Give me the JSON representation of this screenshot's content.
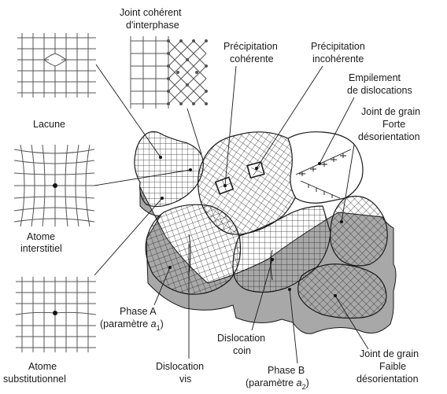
{
  "labels": {
    "joint_coherent": [
      "Joint cohérent",
      "d'interphase"
    ],
    "precip_coherente": [
      "Précipitation",
      "cohérente"
    ],
    "precip_incoherente": [
      "Précipitation",
      "incohérente"
    ],
    "empilement": [
      "Empilement",
      "de dislocations"
    ],
    "joint_forte": [
      "Joint de grain",
      "Forte",
      "désorientation"
    ],
    "lacune": "Lacune",
    "atome_interstitiel": [
      "Atome",
      "interstitiel"
    ],
    "atome_substitutionnel": [
      "Atome",
      "substitutionnel"
    ],
    "phase_a": [
      "Phase A",
      "(paramètre ",
      "a",
      "1",
      ")"
    ],
    "dislocation_vis": [
      "Dislocation",
      "vis"
    ],
    "dislocation_coin": [
      "Dislocation",
      "coin"
    ],
    "phase_b": [
      "Phase B",
      "(paramètre ",
      "a",
      "2",
      ")"
    ],
    "joint_faible": [
      "Joint de grain",
      "Faible",
      "désorientation"
    ]
  },
  "colors": {
    "ink": "#1a1a1a",
    "grain_side_shadow": "#a8a8a8",
    "grain_top": "#ffffff"
  }
}
